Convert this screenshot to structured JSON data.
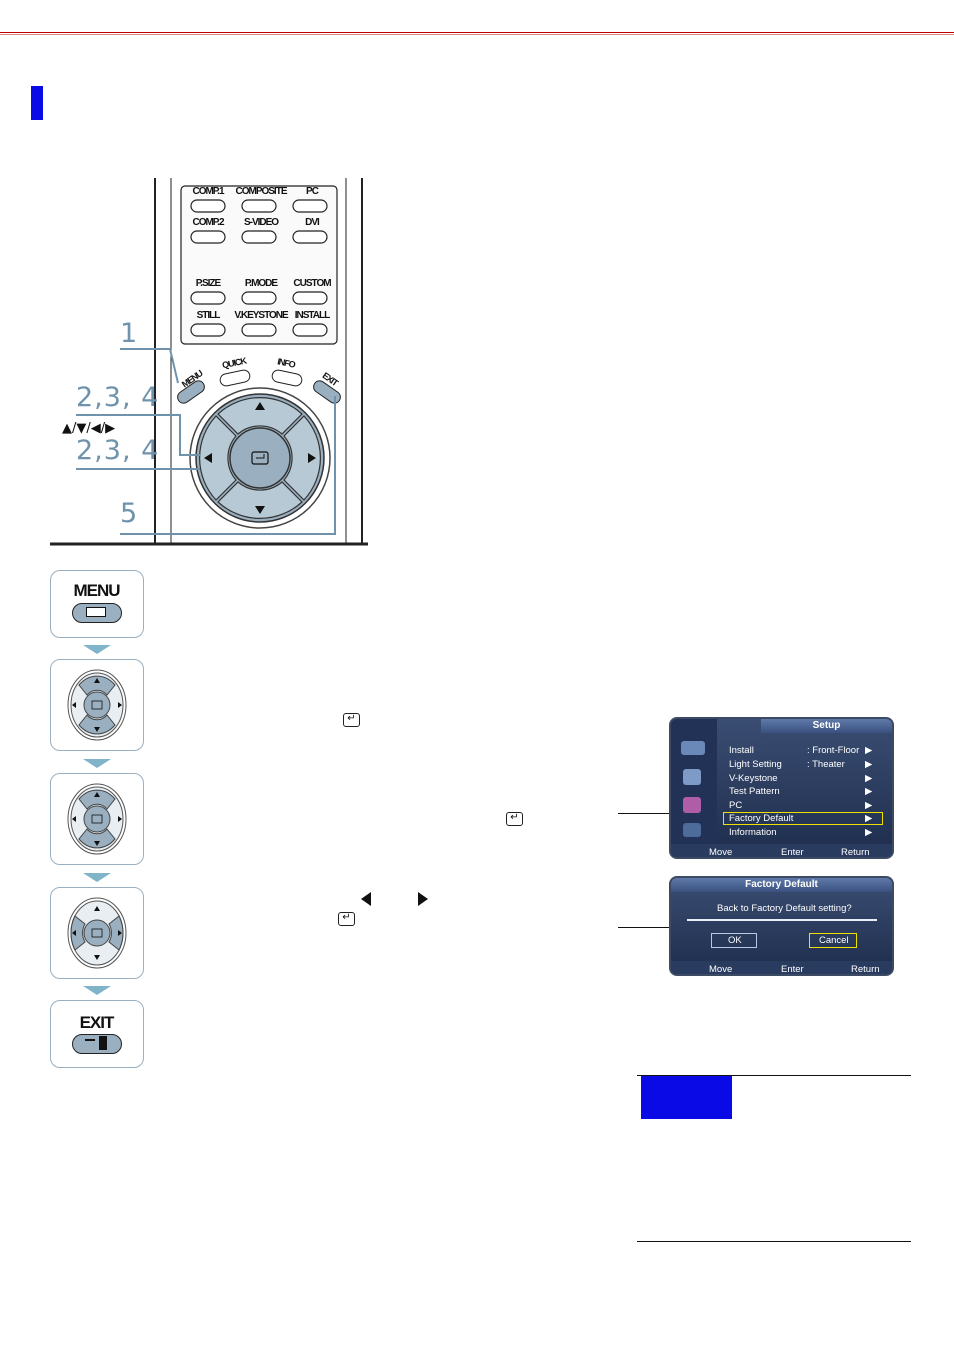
{
  "remote": {
    "source_keys": [
      "COMP.1",
      "COMPOSITE",
      "PC",
      "COMP.2",
      "S-VIDEO",
      "DVI"
    ],
    "picture_keys": [
      "P.SIZE",
      "P.MODE",
      "CUSTOM",
      "STILL",
      "V.KEYSTONE",
      "INSTALL"
    ],
    "menu_key": "MENU",
    "quick_key": "QUICK",
    "info_key": "INFO",
    "exit_key": "EXIT",
    "callouts": [
      "1",
      "2,3, 4",
      "2,3, 4",
      "5"
    ],
    "arrows_label": "▲/▼/◀/▶"
  },
  "steps": {
    "menu_label": "MENU",
    "exit_label": "EXIT"
  },
  "setup_screen": {
    "title": "Setup",
    "items": [
      {
        "label": "Install",
        "value": ": Front-Floor",
        "arrow": "▶"
      },
      {
        "label": "Light Setting",
        "value": ": Theater",
        "arrow": "▶"
      },
      {
        "label": "V-Keystone",
        "value": "",
        "arrow": "▶"
      },
      {
        "label": "Test Pattern",
        "value": "",
        "arrow": "▶"
      },
      {
        "label": "PC",
        "value": "",
        "arrow": "▶"
      },
      {
        "label": "Factory Default",
        "value": "",
        "arrow": "▶"
      },
      {
        "label": "Information",
        "value": "",
        "arrow": "▶"
      }
    ],
    "footer": [
      "Move",
      "Enter",
      "Return"
    ]
  },
  "factory_screen": {
    "title": "Factory Default",
    "question": "Back to Factory Default setting?",
    "ok": "OK",
    "cancel": "Cancel",
    "footer": [
      "Move",
      "Enter",
      "Return"
    ]
  },
  "colors": {
    "accent_blue": "#0a0ae6",
    "callout": "#6f93ad",
    "highlight": "#f0e000"
  }
}
